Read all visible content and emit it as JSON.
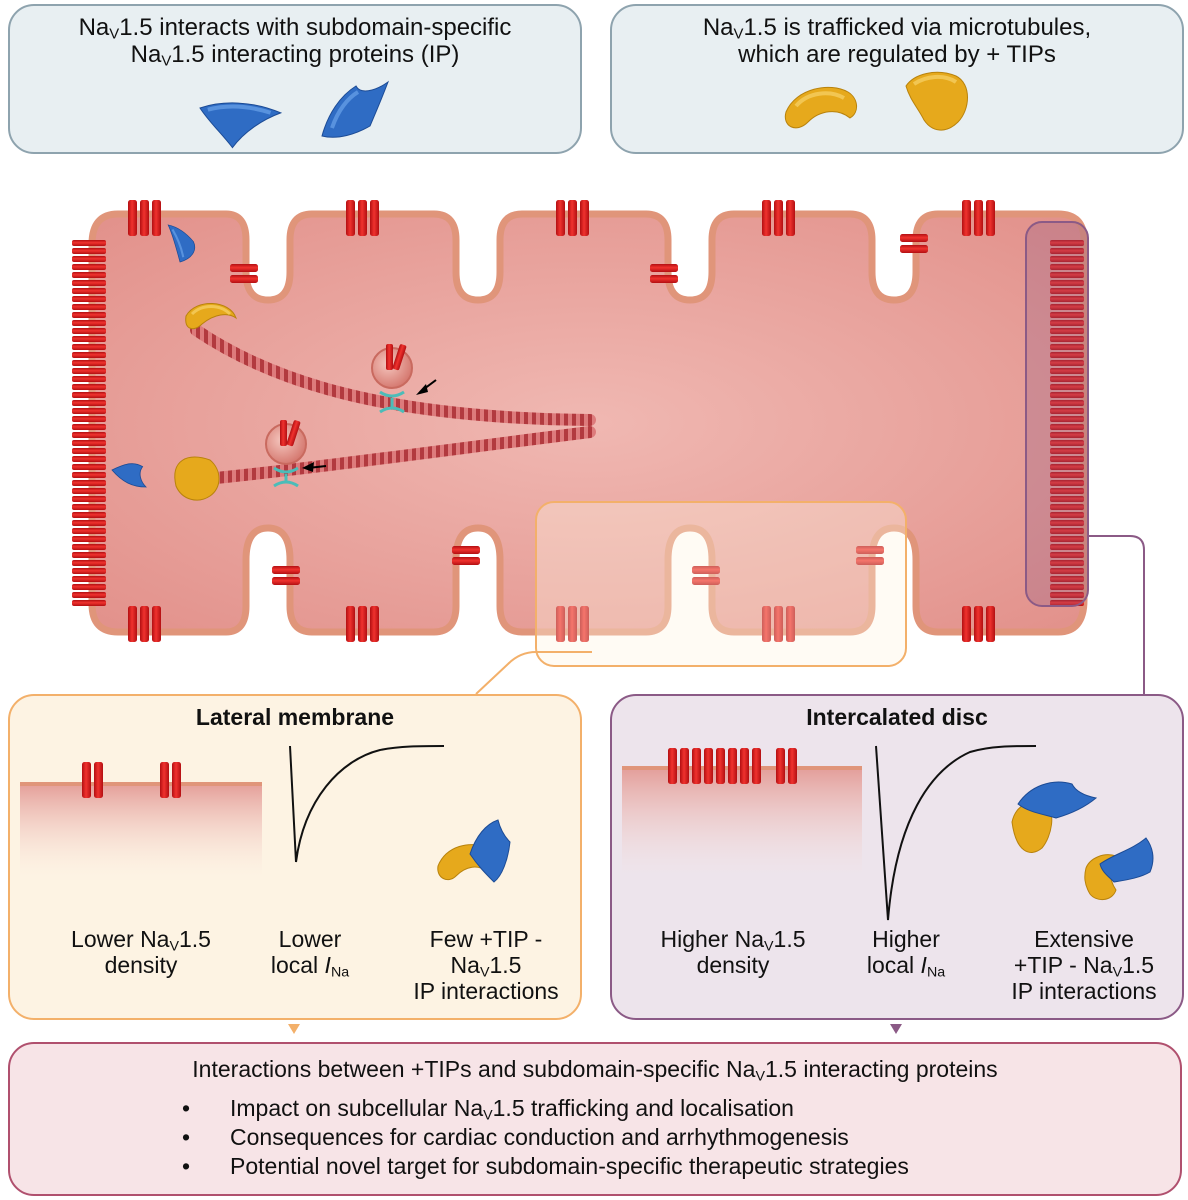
{
  "top_left": {
    "pre": "Na",
    "sub": "V",
    "post": "1.5 interacts with subdomain-specific",
    "line2_pre": "Na",
    "line2_sub": "V",
    "line2_post": "1.5 interacting proteins (IP)"
  },
  "top_right": {
    "pre": "Na",
    "sub": "V",
    "post": "1.5 is trafficked via microtubules,",
    "line2": "which are regulated by + TIPs"
  },
  "lateral": {
    "title": "Lateral membrane",
    "density_pre": "Lower Na",
    "density_sub": "V",
    "density_post": "1.5",
    "density_line2": "density",
    "current_line1": "Lower",
    "current_line2_pre": "local ",
    "current_italic": "I",
    "current_sub": "Na",
    "interact_line1": "Few +TIP -",
    "interact_pre": "Na",
    "interact_sub": "V",
    "interact_post": "1.5",
    "interact_line3": "IP interactions"
  },
  "disc": {
    "title": "Intercalated disc",
    "density_pre": "Higher Na",
    "density_sub": "V",
    "density_post": "1.5",
    "density_line2": "density",
    "current_line1": "Higher",
    "current_line2_pre": "local ",
    "current_italic": "I",
    "current_sub": "Na",
    "interact_line1": "Extensive",
    "interact_pre": "+TIP - Na",
    "interact_sub": "V",
    "interact_post": "1.5",
    "interact_line3": "IP interactions"
  },
  "bottom": {
    "header_pre": "Interactions between +TIPs and subdomain-specific Na",
    "header_sub": "V",
    "header_post": "1.5 interacting proteins",
    "bullet_char": "•",
    "b1_pre": "Impact on subcellular Na",
    "b1_sub": "V",
    "b1_post": "1.5 trafficking and localisation",
    "b2": "Consequences for cardiac conduction and arrhythmogenesis",
    "b3": "Potential novel target for subdomain-specific therapeutic strategies"
  },
  "colors": {
    "channel": "#d81f1f",
    "ip_protein": "#2f6cc4",
    "tip_protein": "#e6a91c",
    "cell_fill": "#e79a94",
    "cell_border": "#e0957a",
    "lateral_accent": "#f3b06a",
    "disc_accent": "#8b5a86",
    "bottom_accent": "#b0506e"
  }
}
